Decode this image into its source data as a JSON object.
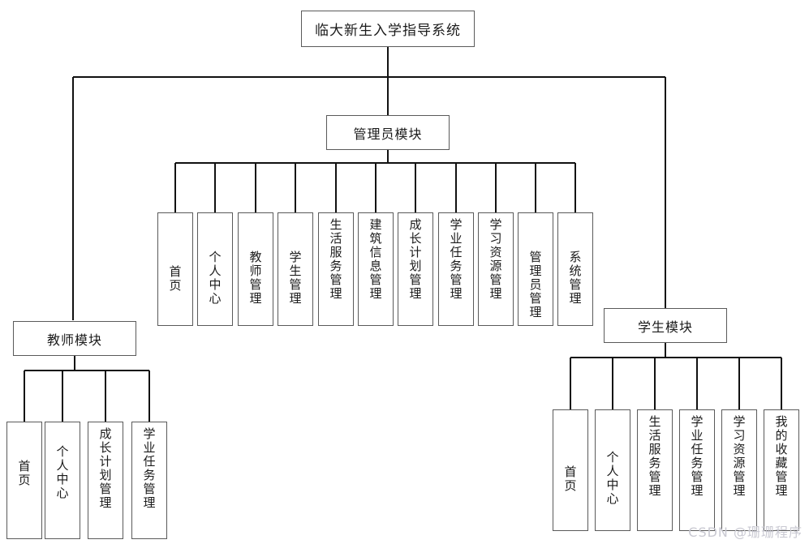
{
  "diagram": {
    "type": "tree-hierarchy",
    "title": "临大新生入学指导系统",
    "watermark": "CSDN @珊珊程序",
    "root": {
      "label": "临大新生入学指导系统"
    },
    "modules": [
      {
        "id": "admin",
        "label": "管理员模块",
        "children": [
          {
            "label": "首页"
          },
          {
            "label": "个人中心"
          },
          {
            "label": "教师管理"
          },
          {
            "label": "学生管理"
          },
          {
            "label": "生活服务管理"
          },
          {
            "label": "建筑信息管理"
          },
          {
            "label": "成长计划管理"
          },
          {
            "label": "学业任务管理"
          },
          {
            "label": "学习资源管理"
          },
          {
            "label": "管理员管理"
          },
          {
            "label": "系统管理"
          }
        ]
      },
      {
        "id": "teacher",
        "label": "教师模块",
        "children": [
          {
            "label": "首页"
          },
          {
            "label": "个人中心"
          },
          {
            "label": "成长计划管理"
          },
          {
            "label": "学业任务管理"
          }
        ]
      },
      {
        "id": "student",
        "label": "学生模块",
        "children": [
          {
            "label": "首页"
          },
          {
            "label": "个人中心"
          },
          {
            "label": "生活服务管理"
          },
          {
            "label": "学业任务管理"
          },
          {
            "label": "学习资源管理"
          },
          {
            "label": "我的收藏管理"
          }
        ]
      }
    ],
    "colors": {
      "background": "#ffffff",
      "box_border": "#5a5a5a",
      "connector": "#111111",
      "text": "#1b1b1b",
      "watermark": "#c9c9d2"
    }
  }
}
